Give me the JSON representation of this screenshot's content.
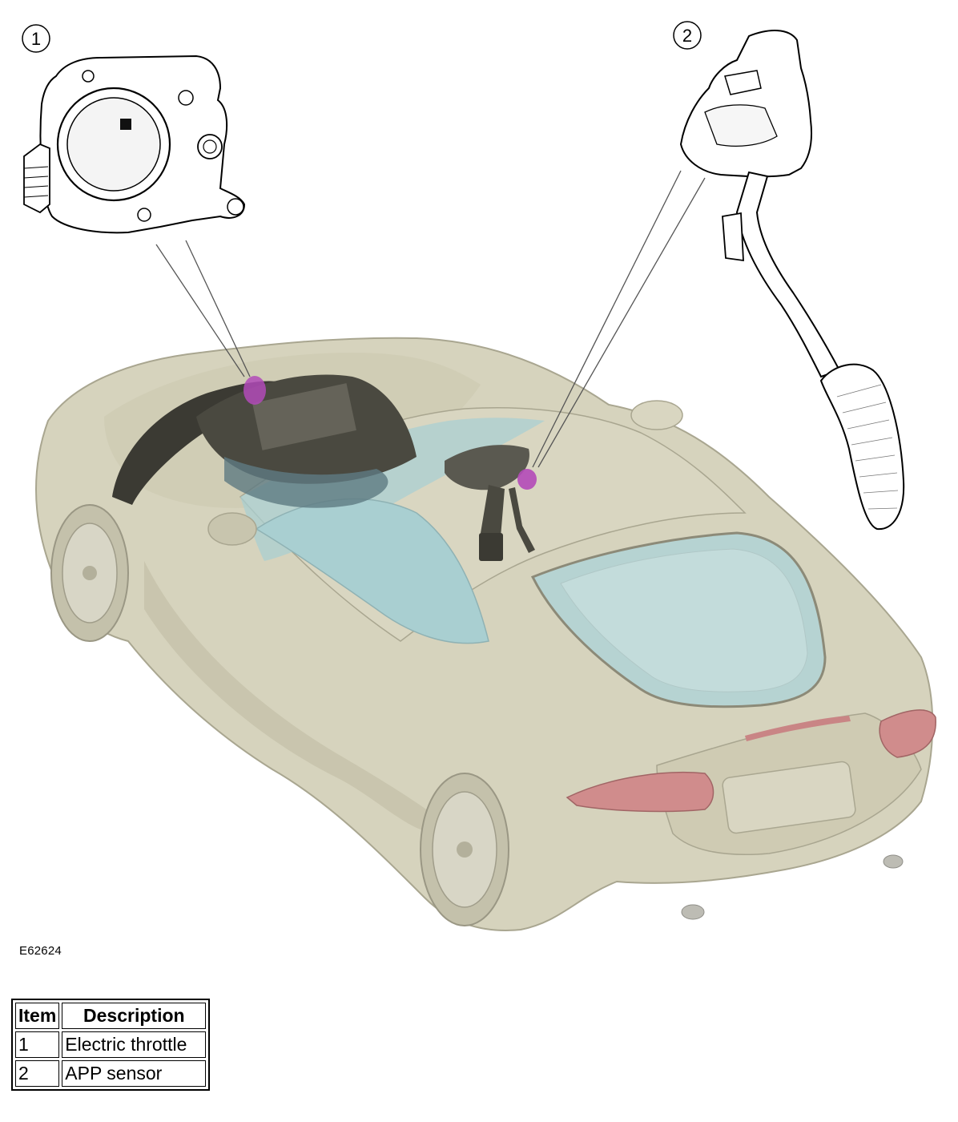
{
  "callouts": [
    {
      "number": "1"
    },
    {
      "number": "2"
    }
  ],
  "figure_code": "E62624",
  "legend": {
    "headers": [
      "Item",
      "Description"
    ],
    "rows": [
      {
        "item": "1",
        "description": "Electric throttle"
      },
      {
        "item": "2",
        "description": "APP sensor"
      }
    ]
  },
  "colors": {
    "car_body": "#d6d3bd",
    "car_outline": "#a9a690",
    "glass": "#a9cfd1",
    "tail_light": "#d08c8c",
    "highlight": "#b24ab8",
    "engine": "#3b3a33"
  }
}
